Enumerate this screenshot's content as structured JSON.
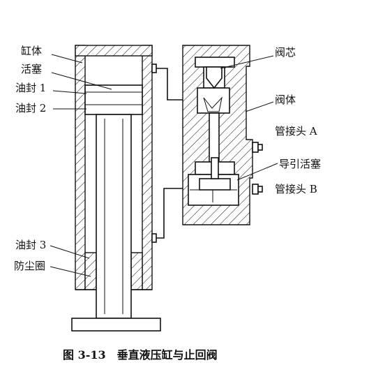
{
  "labels": {
    "cylinder_body": "缸体",
    "piston": "活塞",
    "oil_seal_1": "油封 1",
    "oil_seal_2": "油封 2",
    "oil_seal_3": "油封 3",
    "dust_ring": "防尘圈",
    "valve_core": "阀芯",
    "valve_body": "阀体",
    "pipe_joint_a": "管接头 A",
    "pilot_piston": "导引活塞",
    "pipe_joint_b": "管接头 B"
  },
  "caption": "图 3-13　垂直液压缸与止回阀"
}
